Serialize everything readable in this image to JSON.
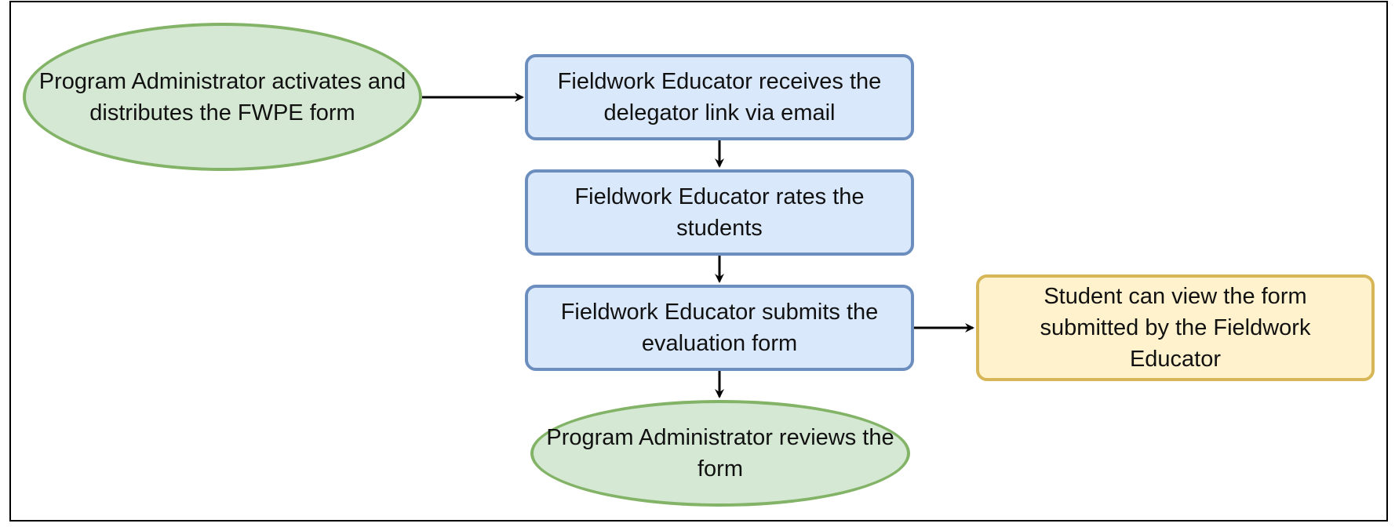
{
  "diagram": {
    "nodes": {
      "start": {
        "label": "Program Administrator activates and distributes the FWPE form",
        "shape": "ellipse"
      },
      "receive": {
        "label": "Fieldwork Educator receives the delegator link via email",
        "shape": "rounded-rect"
      },
      "rate": {
        "label": "Fieldwork Educator rates the students",
        "shape": "rounded-rect"
      },
      "submit": {
        "label": "Fieldwork Educator submits the evaluation form",
        "shape": "rounded-rect"
      },
      "student_view": {
        "label": "Student can view the form submitted by the Fieldwork Educator",
        "shape": "rounded-rect"
      },
      "review": {
        "label": "Program Administrator reviews the form",
        "shape": "ellipse"
      }
    },
    "edges": [
      {
        "from": "start",
        "to": "receive"
      },
      {
        "from": "receive",
        "to": "rate"
      },
      {
        "from": "rate",
        "to": "submit"
      },
      {
        "from": "submit",
        "to": "student_view"
      },
      {
        "from": "submit",
        "to": "review"
      }
    ],
    "colors": {
      "ellipse_fill": "#d5e8d4",
      "ellipse_stroke": "#82b366",
      "process_fill": "#dae8fc",
      "process_stroke": "#6c8ebf",
      "note_fill": "#fff2cc",
      "note_stroke": "#d6b656",
      "edge": "#000000"
    }
  }
}
